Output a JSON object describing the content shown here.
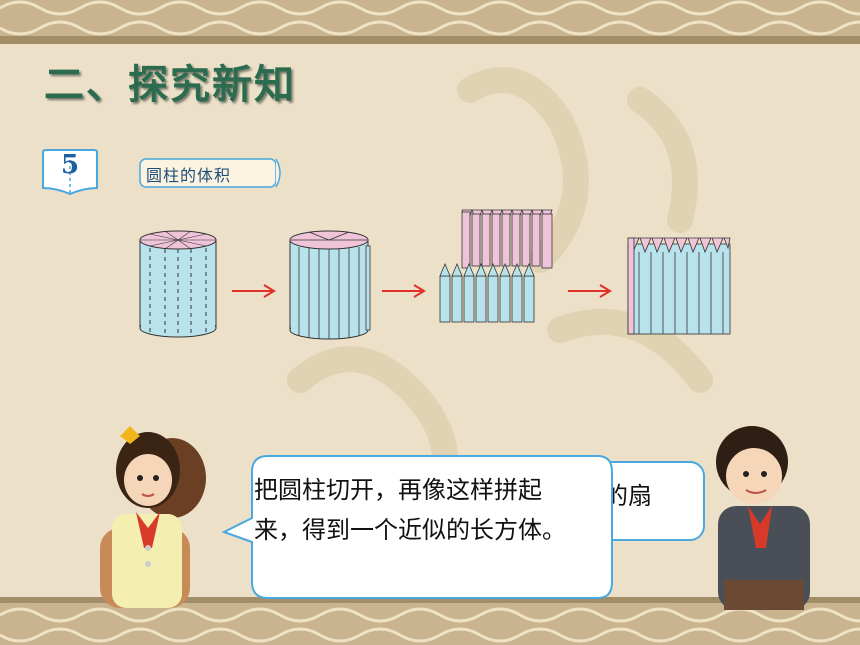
{
  "title": "二、探究新知",
  "example_number": "5",
  "topic_label": "圆柱的体积",
  "bubble_main_text": "把圆柱切开，再像这样拼起来，得到一个近似的长方体。",
  "bubble_right_partial": "的扇",
  "colors": {
    "title_green": "#2b6b4f",
    "cylinder_fill": "#b9e3ec",
    "sector_pink": "#f0c4d8",
    "arrow_red": "#e0302a",
    "bubble_border": "#4aa8e0"
  },
  "icons": {
    "arrow": "right-arrow-icon"
  }
}
